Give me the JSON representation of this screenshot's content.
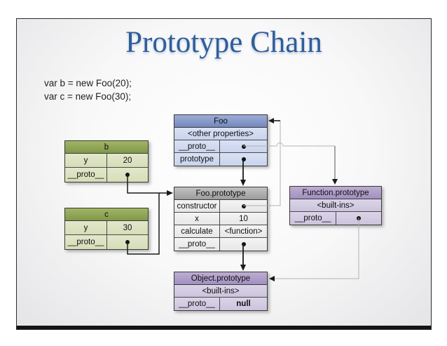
{
  "slide": {
    "title": "Prototype Chain",
    "code_lines": [
      "var b = new Foo(20);",
      "var c = new Foo(30);"
    ]
  },
  "colors": {
    "title_text": "#2f5d99",
    "blue_header": "#7f93c6",
    "blue_row": "#ced8ee",
    "green_header": "#8fa553",
    "green_row": "#dde3c2",
    "gray_header": "#a8a8a8",
    "gray_row": "#ededed",
    "purple_header": "#ab9cc4",
    "purple_row": "#d3cbe1",
    "footer_bar": "#141414"
  },
  "tables": [
    {
      "id": "foo",
      "title": "Foo",
      "theme": "blue",
      "rows": [
        {
          "span": "<other properties>"
        },
        {
          "label": "__proto__",
          "value": "•"
        },
        {
          "label": "prototype",
          "value": "•"
        }
      ]
    },
    {
      "id": "b",
      "title": "b",
      "theme": "green",
      "rows": [
        {
          "label": "y",
          "value": "20"
        },
        {
          "label": "__proto__",
          "value": "•"
        }
      ]
    },
    {
      "id": "c",
      "title": "c",
      "theme": "green",
      "rows": [
        {
          "label": "y",
          "value": "30"
        },
        {
          "label": "__proto__",
          "value": "•"
        }
      ]
    },
    {
      "id": "fooProto",
      "title": "Foo.prototype",
      "theme": "gray",
      "rows": [
        {
          "label": "constructor",
          "value": "•"
        },
        {
          "label": "x",
          "value": "10"
        },
        {
          "label": "calculate",
          "value": "<function>"
        },
        {
          "label": "__proto__",
          "value": "•"
        }
      ]
    },
    {
      "id": "funcProto",
      "title": "Function.prototype",
      "theme": "purple",
      "rows": [
        {
          "span": "<built-ins>"
        },
        {
          "label": "__proto__",
          "value": "•"
        }
      ]
    },
    {
      "id": "objProto",
      "title": "Object.prototype",
      "theme": "purple",
      "rows": [
        {
          "span": "<built-ins>"
        },
        {
          "label": "__proto__",
          "value": "null",
          "bold": true
        }
      ]
    }
  ],
  "edges": [
    {
      "from": "b.__proto__",
      "to": "Foo.prototype"
    },
    {
      "from": "c.__proto__",
      "to": "Foo.prototype"
    },
    {
      "from": "Foo.prototype (property)",
      "to": "Foo.prototype"
    },
    {
      "from": "Foo.__proto__",
      "to": "Function.prototype"
    },
    {
      "from": "Foo.prototype.constructor",
      "to": "Foo"
    },
    {
      "from": "Foo.prototype.__proto__",
      "to": "Object.prototype"
    },
    {
      "from": "Function.prototype.__proto__",
      "to": "Object.prototype"
    }
  ]
}
